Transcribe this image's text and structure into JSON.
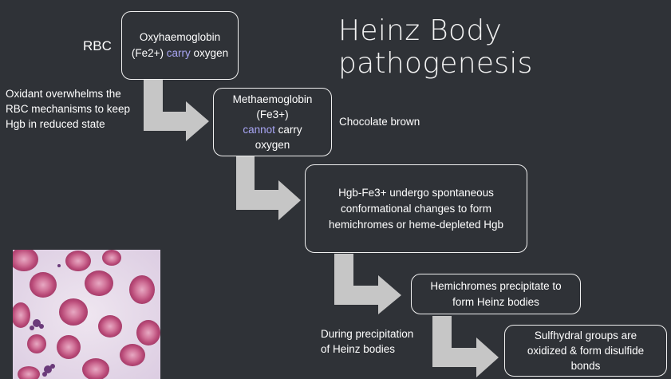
{
  "title": "Heinz Body pathogenesis",
  "labels": {
    "rbc": "RBC",
    "oxidant": [
      "Oxidant overwhelms the",
      "RBC mechanisms to keep",
      "Hgb in reduced state"
    ],
    "chocolate": "Chocolate brown",
    "precipitation": [
      "During precipitation",
      "of Heinz bodies"
    ]
  },
  "boxes": {
    "oxy": {
      "line1": "Oxyhaemoglobin",
      "pre": "(Fe2+) ",
      "accent": "carry",
      "post": " oxygen"
    },
    "met": {
      "line1": "Methaemoglobin",
      "line2": "(Fe3+)",
      "accent": "cannot",
      "post": " carry",
      "line4": "oxygen"
    },
    "hgb": [
      "Hgb-Fe3+ undergo spontaneous",
      "conformational changes to form",
      "hemichromes or heme-depleted Hgb"
    ],
    "hemi": [
      "Hemichromes precipitate to",
      "form Heinz bodies"
    ],
    "sulf": [
      "Sulfhydral groups are",
      "oxidized & form disulfide",
      "bonds"
    ]
  },
  "colors": {
    "background": "#2f3237",
    "accent": "#a9a6f5",
    "arrow": "#c6c6c6",
    "box_border": "#f0f0f0"
  },
  "image": {
    "subject": "blood smear micrograph of red blood cells"
  }
}
